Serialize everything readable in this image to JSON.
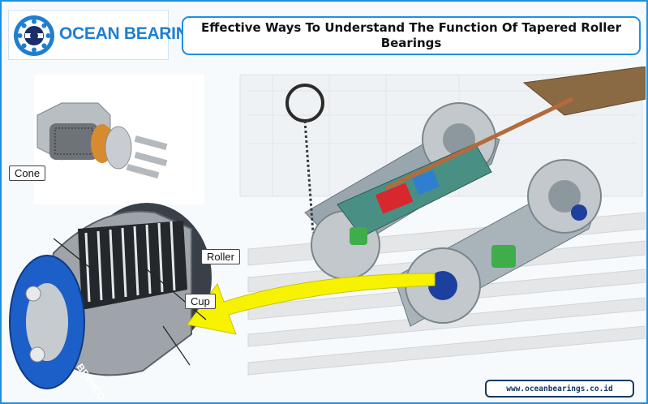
{
  "header": {
    "logo_text": "OCEAN BEARING",
    "title": "Effective Ways To Understand The Function Of Tapered Roller Bearings"
  },
  "labels": {
    "cone": "Cone",
    "roller": "Roller",
    "cup": "Cup",
    "brand_mark": "BRENCO"
  },
  "footer": {
    "url": "www.oceanbearings.co.id"
  },
  "colors": {
    "accent": "#1f8fe0",
    "brand_dark": "#14386b",
    "arrow": "#f7f200",
    "bearing_blue": "#1d5fc8"
  },
  "icons": [
    "ocean-bearing-logo-icon",
    "pointer-arrow-icon"
  ]
}
